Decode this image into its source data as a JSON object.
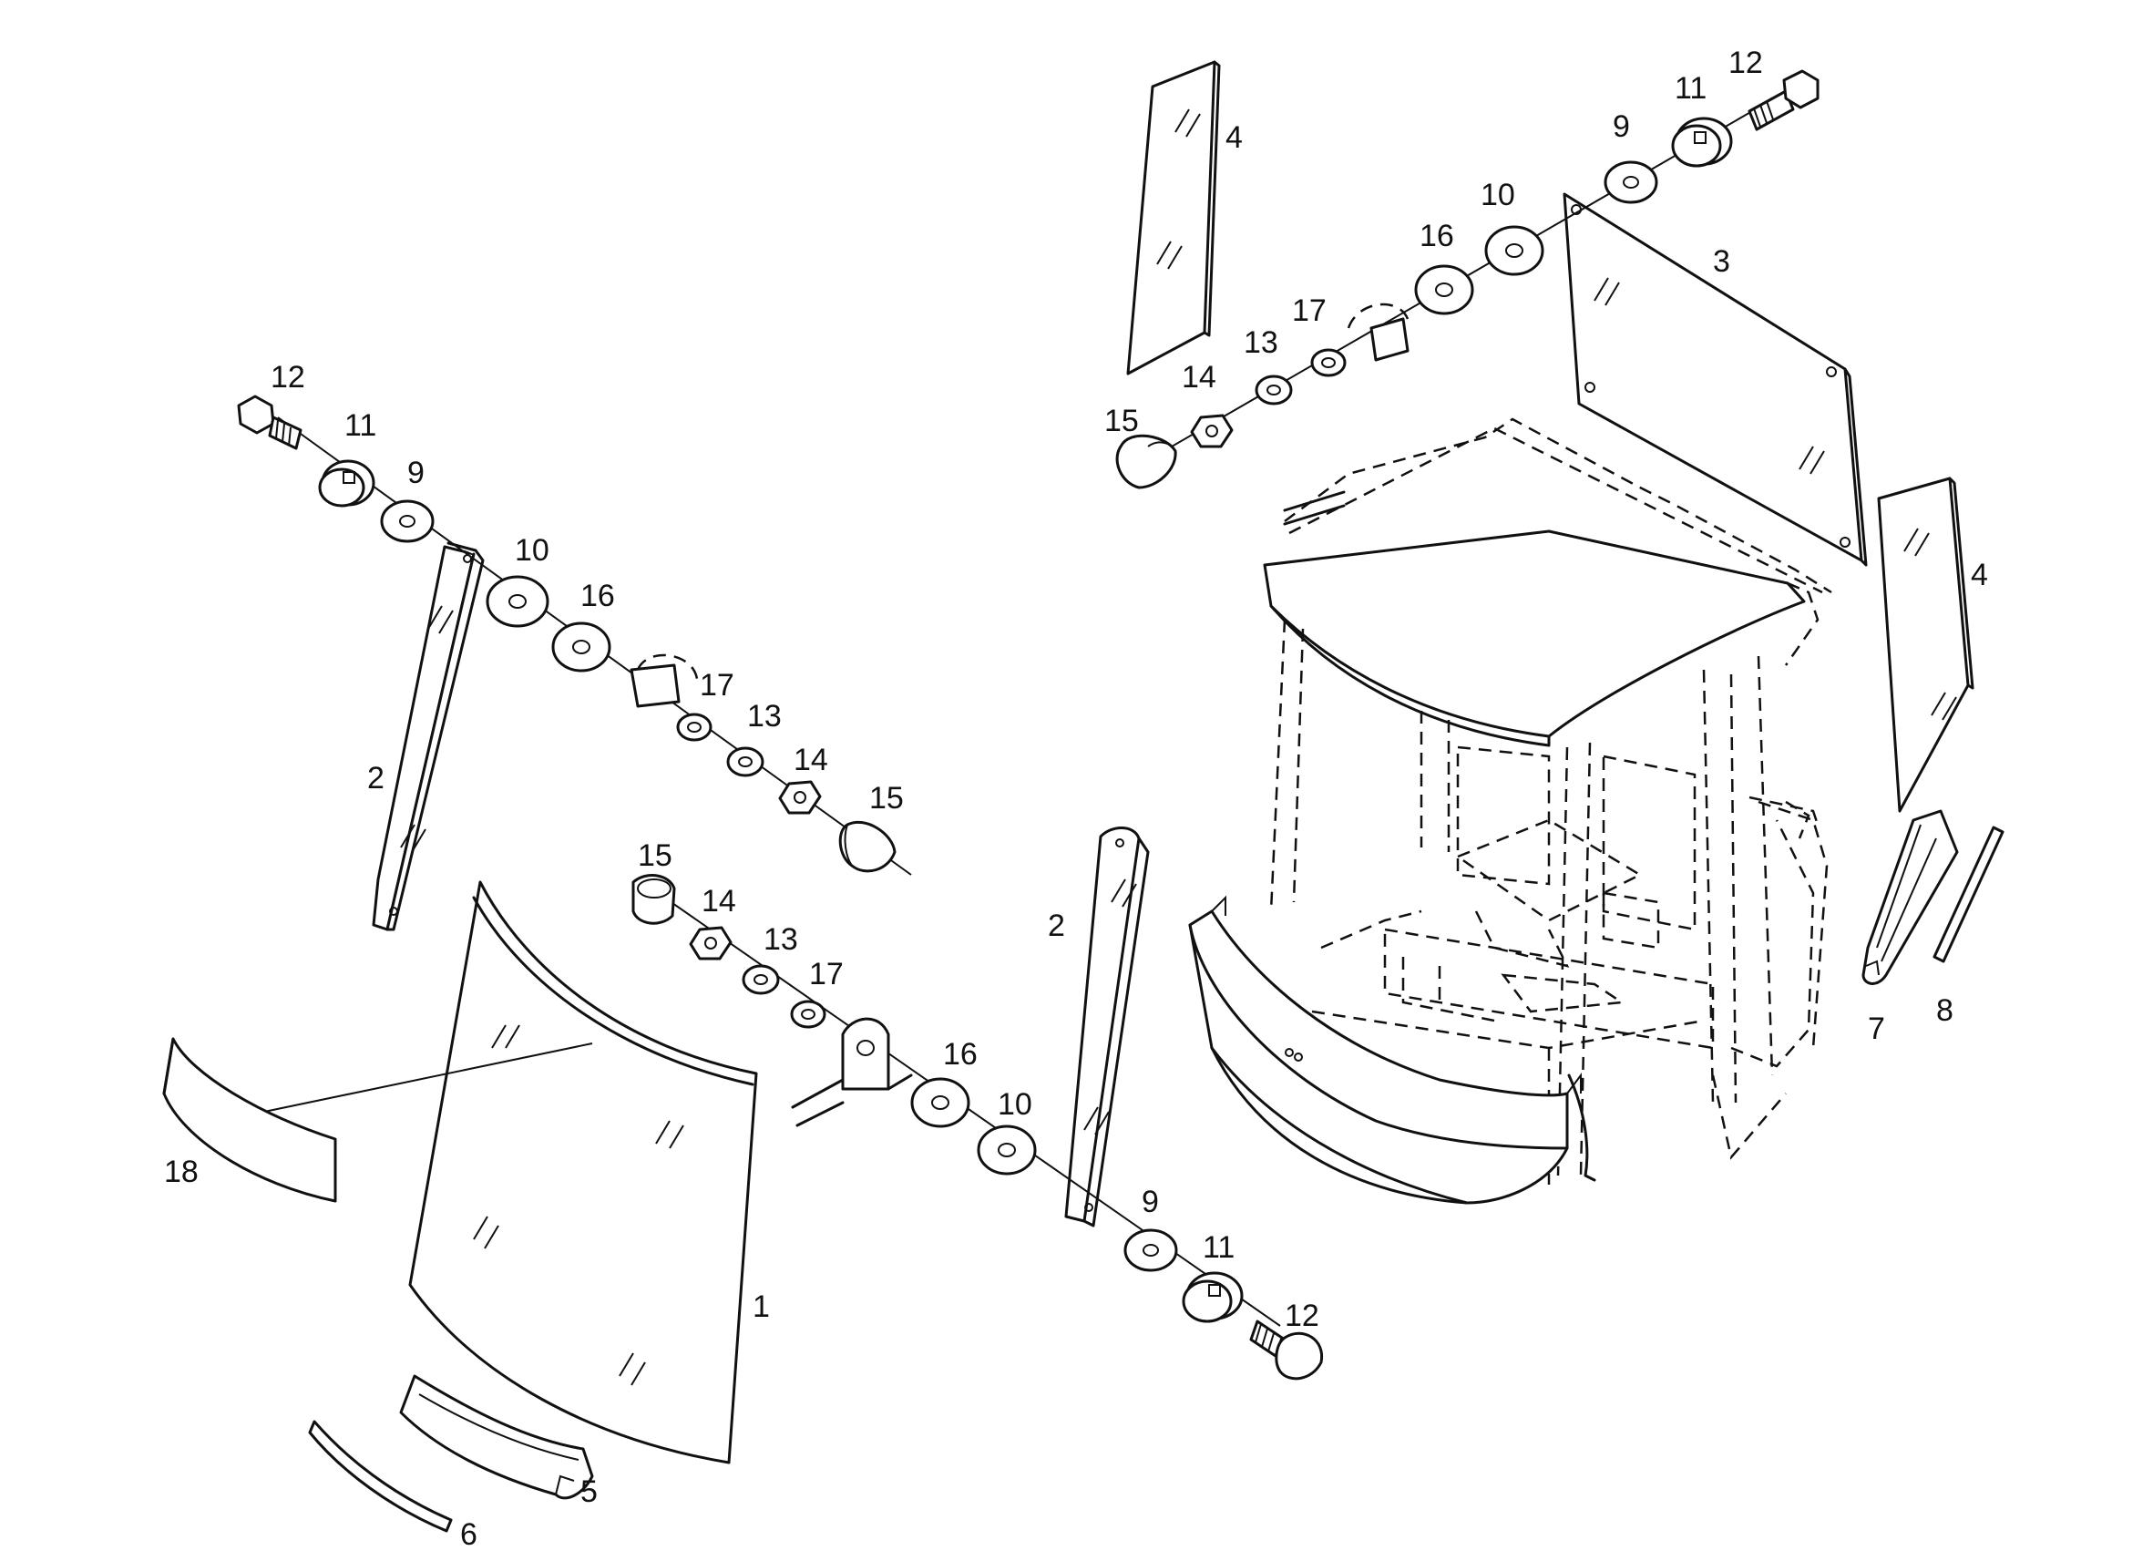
{
  "callouts": [
    {
      "id": "c1",
      "text": "1"
    },
    {
      "id": "c2a",
      "text": "2"
    },
    {
      "id": "c2b",
      "text": "2"
    },
    {
      "id": "c3",
      "text": "3"
    },
    {
      "id": "c4a",
      "text": "4"
    },
    {
      "id": "c4b",
      "text": "4"
    },
    {
      "id": "c5",
      "text": "5"
    },
    {
      "id": "c6",
      "text": "6"
    },
    {
      "id": "c7",
      "text": "7"
    },
    {
      "id": "c8",
      "text": "8"
    },
    {
      "id": "c9a",
      "text": "9"
    },
    {
      "id": "c9b",
      "text": "9"
    },
    {
      "id": "c9c",
      "text": "9"
    },
    {
      "id": "c10a",
      "text": "10"
    },
    {
      "id": "c10b",
      "text": "10"
    },
    {
      "id": "c10c",
      "text": "10"
    },
    {
      "id": "c11a",
      "text": "11"
    },
    {
      "id": "c11b",
      "text": "11"
    },
    {
      "id": "c11c",
      "text": "11"
    },
    {
      "id": "c12a",
      "text": "12"
    },
    {
      "id": "c12b",
      "text": "12"
    },
    {
      "id": "c12c",
      "text": "12"
    },
    {
      "id": "c13a",
      "text": "13"
    },
    {
      "id": "c13b",
      "text": "13"
    },
    {
      "id": "c13c",
      "text": "13"
    },
    {
      "id": "c14a",
      "text": "14"
    },
    {
      "id": "c14b",
      "text": "14"
    },
    {
      "id": "c14c",
      "text": "14"
    },
    {
      "id": "c15a",
      "text": "15"
    },
    {
      "id": "c15b",
      "text": "15"
    },
    {
      "id": "c15c",
      "text": "15"
    },
    {
      "id": "c16a",
      "text": "16"
    },
    {
      "id": "c16b",
      "text": "16"
    },
    {
      "id": "c16c",
      "text": "16"
    },
    {
      "id": "c17a",
      "text": "17"
    },
    {
      "id": "c17b",
      "text": "17"
    },
    {
      "id": "c17c",
      "text": "17"
    },
    {
      "id": "c18",
      "text": "18"
    }
  ]
}
